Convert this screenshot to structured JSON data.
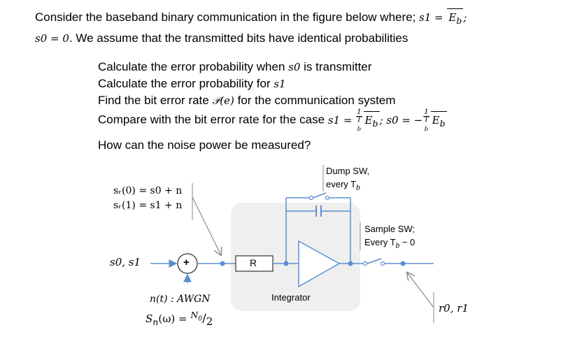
{
  "problem": {
    "intro_line1_start": "Consider the baseband binary communication in the figure below where; ",
    "s1_def_lhs": "s1 = ",
    "eb": "E",
    "eb_sub": "b",
    "semicolon": ";",
    "s0_def": "s0 = 0",
    "intro_line2_rest": ". We assume that the transmitted bits have identical probabilities"
  },
  "questions": {
    "q1_text": "Calculate the error probability when ",
    "q1_var": "s0",
    "q1_tail": " is transmitter",
    "q2_text": "Calculate the error probability for ",
    "q2_var": "s1",
    "q3_text": "Find the bit error rate ",
    "q3_var": "𝒫(e)",
    "q3_tail": " for the communication system",
    "q4_text": "Compare with the bit error rate for the case  ",
    "q4_s1": "s1 = ",
    "q4_frac_num": "1",
    "q4_frac_den": "T",
    "q4_frac_den_sub": "b",
    "q4_mid": "; s0 = −",
    "q5_text": "How can the noise power be measured?"
  },
  "diagram": {
    "received_line1": "sᵣ(0) = s0 + n",
    "received_line2": "sᵣ(1) = s1 + n",
    "input_label": "s0, s1",
    "adder_symbol": "+",
    "noise_label": "n(t) : AWGN",
    "noise_psd_lhs": "S",
    "noise_psd_sub": "n",
    "noise_psd_mid": "(ω) = ",
    "noise_psd_num": "N",
    "noise_psd_num_sub": "0",
    "noise_psd_den": "2",
    "resistor_label": "R",
    "integrator_label": "Integrator",
    "dump_line1": "Dump SW,",
    "dump_line2": "every T",
    "dump_sub": "b",
    "sample_line1": "Sample SW;",
    "sample_line2": "Every T",
    "sample_sub": "b",
    "sample_tail": " − 0",
    "output_label": "r0, r1",
    "colors": {
      "wire": "#5b8fd0",
      "integrator_box": "#efefef",
      "pointer": "#8a8a8a"
    }
  }
}
